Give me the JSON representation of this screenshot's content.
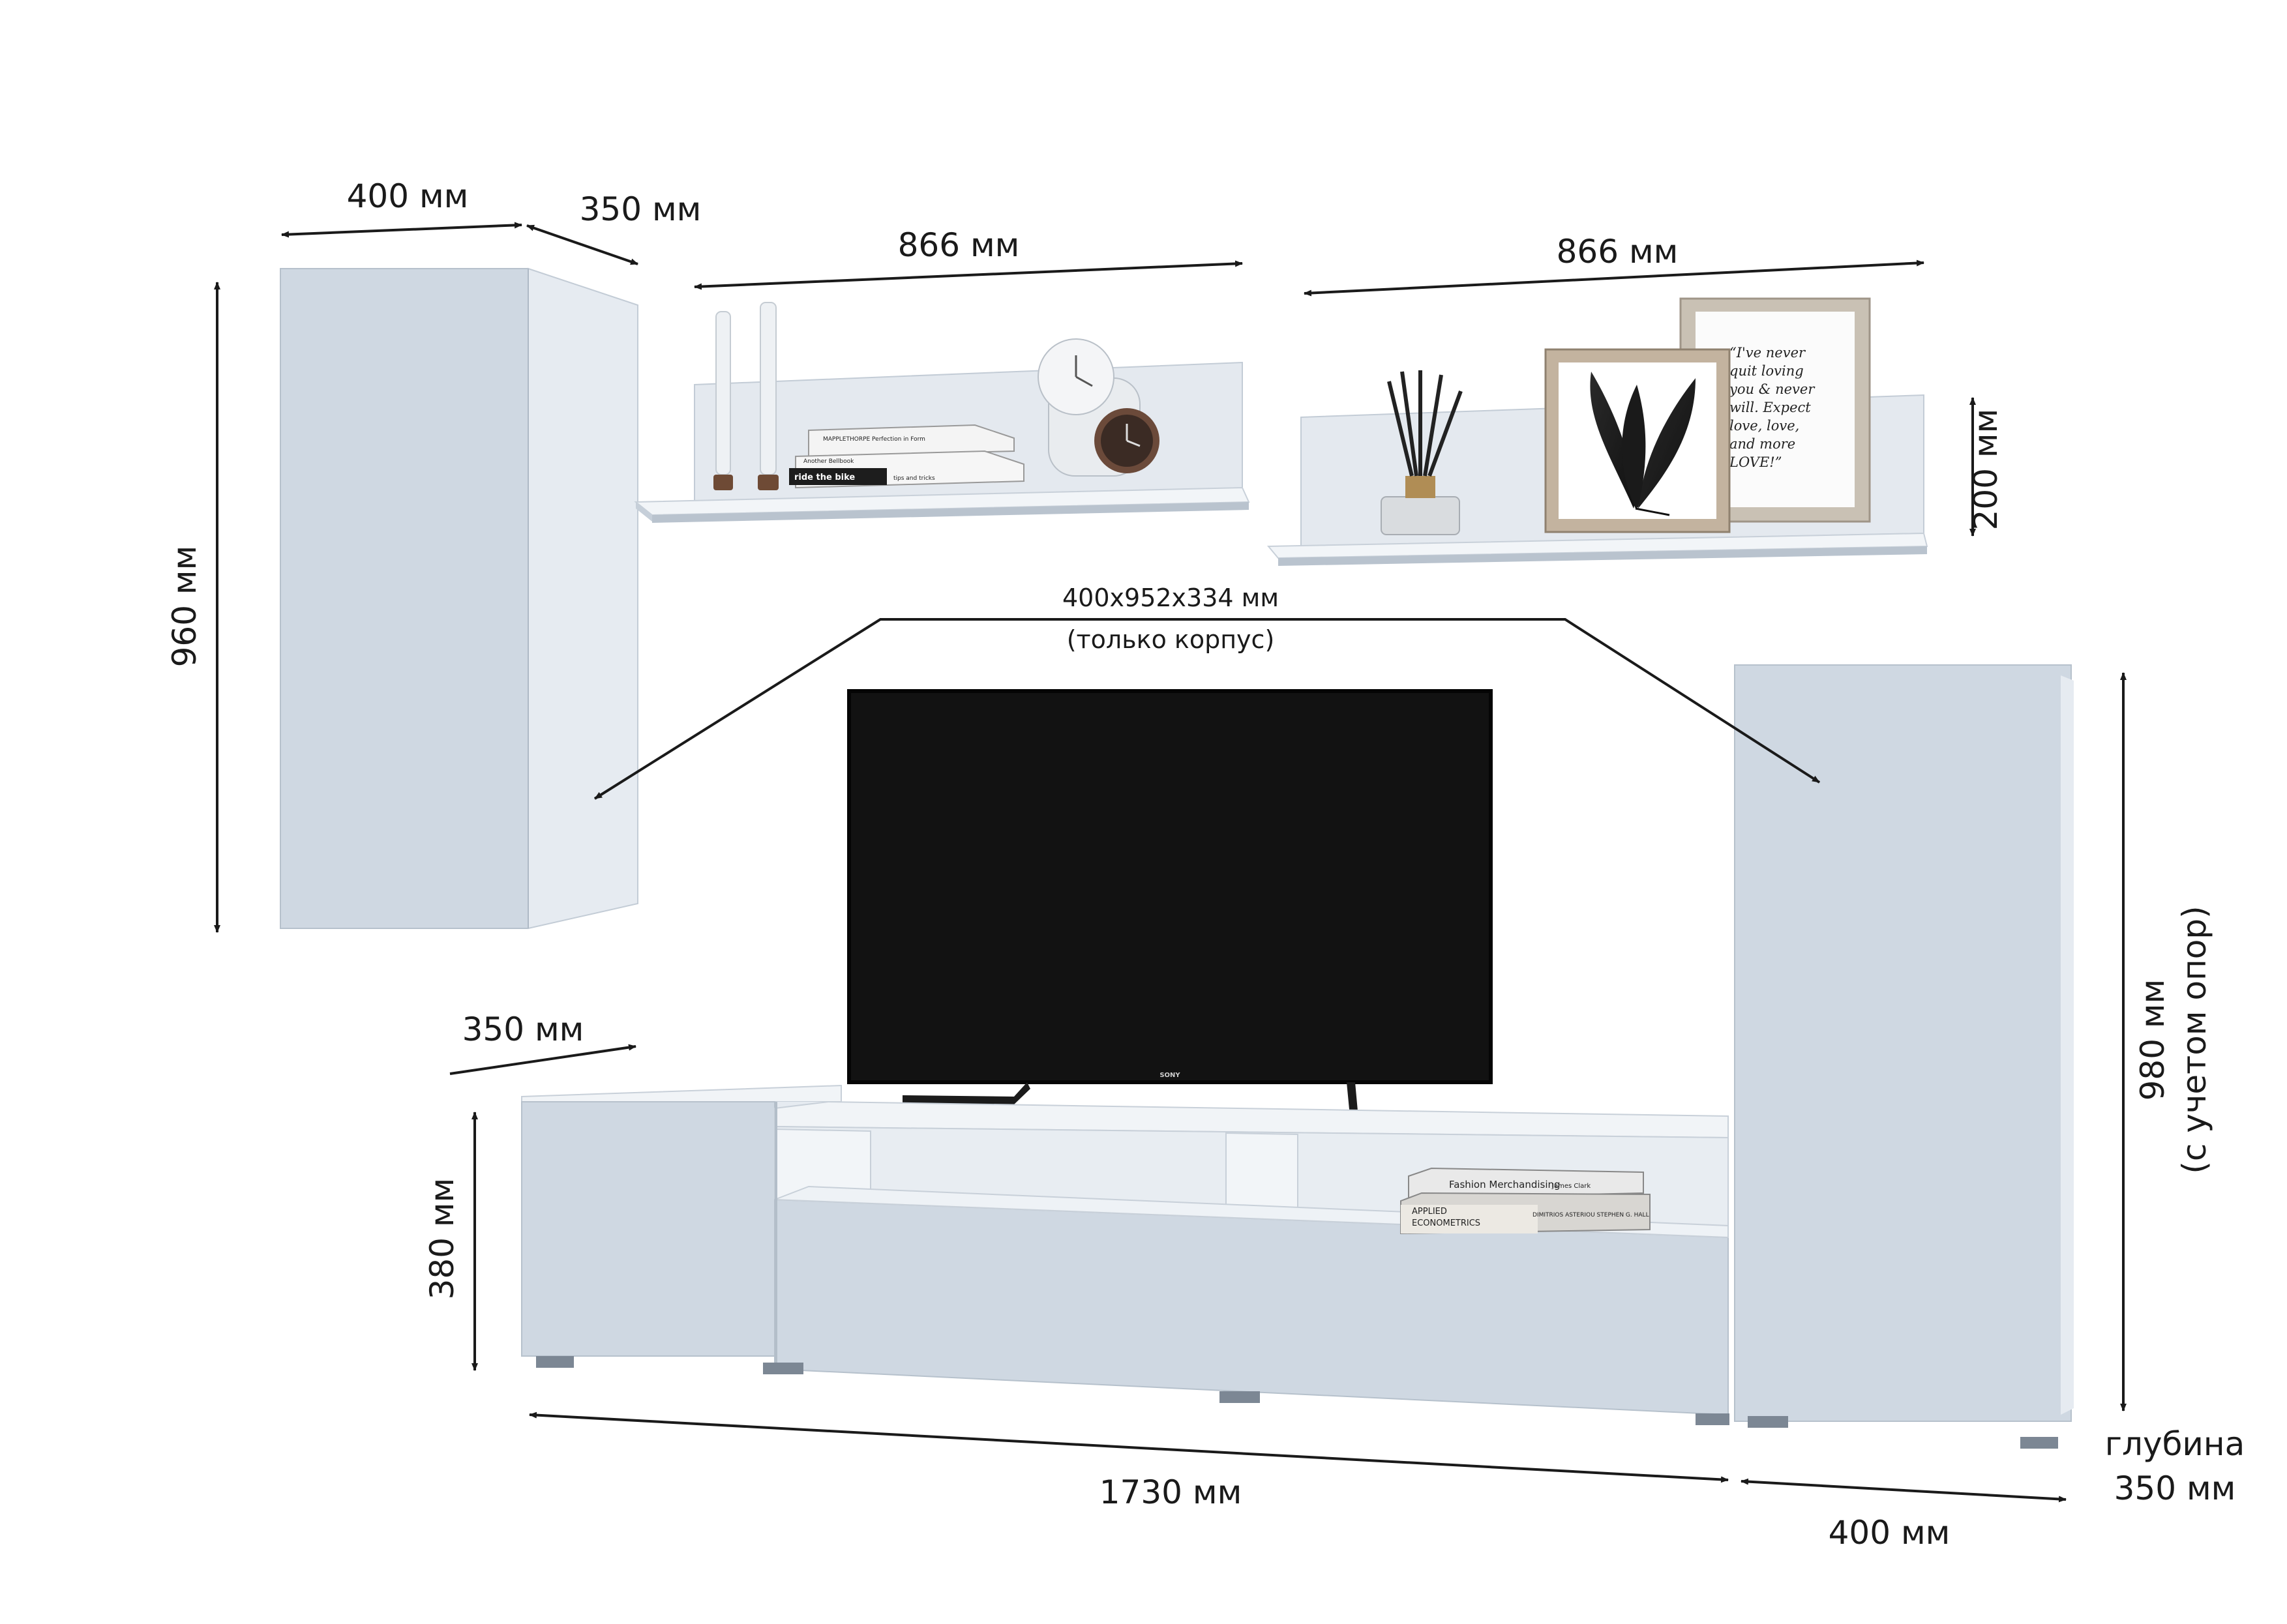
{
  "dimensions": {
    "upper_cabinet_width": "400 мм",
    "upper_cabinet_depth": "350 мм",
    "upper_cabinet_height": "960 мм",
    "shelf_left_width": "866 мм",
    "shelf_right_width": "866 мм",
    "shelf_height": "200 мм",
    "body_size": "400x952x334 мм",
    "body_note": "(только корпус)",
    "tv_stand_depth": "350 мм",
    "tv_stand_height": "380 мм",
    "tv_stand_width": "1730 мм",
    "tall_cabinet_height": "980 мм",
    "tall_cabinet_height_note": "(с учетом опор)",
    "tall_cabinet_width": "400 мм",
    "depth_label": "глубина",
    "depth_value": "350 мм"
  },
  "decor_text": {
    "tv_brand": "SONY",
    "book_1": "MAPPLETHORPE Perfection in Form",
    "book_2": "Another Bellbook",
    "book_3": "ride the bike",
    "book_3_sub": "tips and tricks",
    "poster_lines": [
      "“I've never",
      "quit loving",
      "you & never",
      "will. Expect",
      "love, love,",
      "and more",
      "LOVE!”"
    ],
    "book_4": "Fashion Merchandising",
    "book_4_author": "James Clark",
    "book_5_line1": "APPLIED",
    "book_5_line2": "ECONOMETRICS",
    "book_5_author": "DIMITRIOS ASTERIOU STEPHEN G. HALL"
  },
  "colors": {
    "panel_front": "#cfd8e2",
    "panel_side": "#e6ebf1",
    "panel_top": "#f1f4f7",
    "tv_screen": "#121212",
    "dimension_line": "#1a1a1a"
  }
}
